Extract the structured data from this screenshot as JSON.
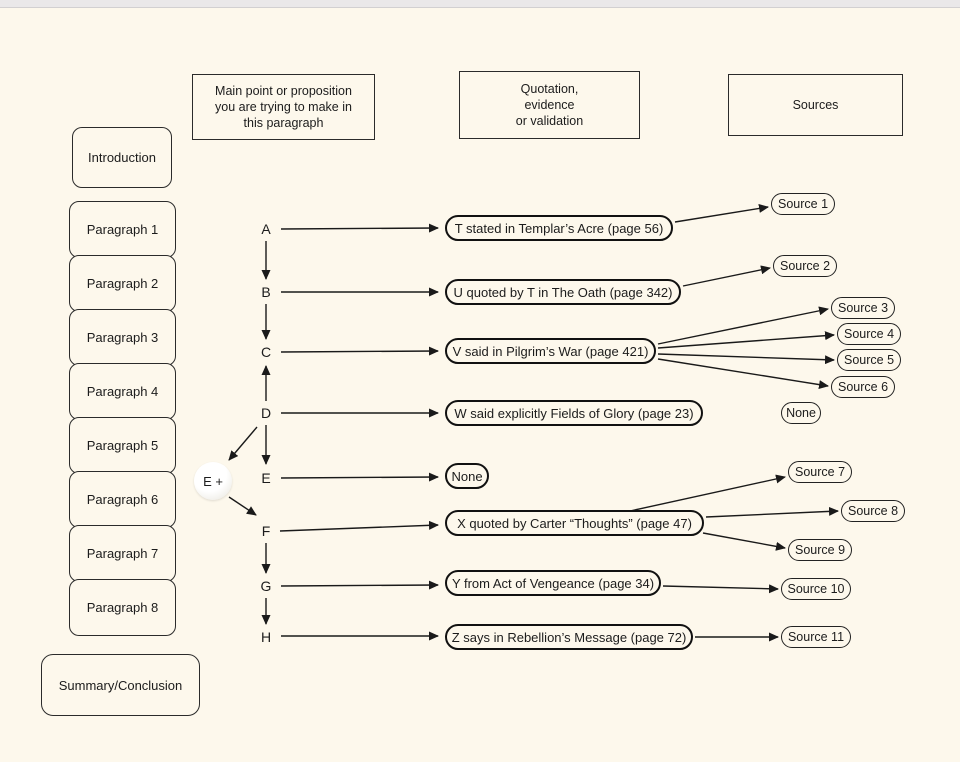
{
  "colors": {
    "background": "#fdf8ec",
    "line": "#1a1a1a",
    "box_border": "#2b2b2b"
  },
  "headers": {
    "main_point": "Main point or proposition\nyou are trying to make in\nthis paragraph",
    "quotation": "Quotation,\nevidence\nor validation",
    "sources": "Sources"
  },
  "outline": {
    "introduction": "Introduction",
    "paragraphs": [
      "Paragraph 1",
      "Paragraph 2",
      "Paragraph 3",
      "Paragraph 4",
      "Paragraph 5",
      "Paragraph 6",
      "Paragraph 7",
      "Paragraph 8"
    ],
    "summary": "Summary/Conclusion"
  },
  "points": {
    "letters": [
      "A",
      "B",
      "C",
      "D",
      "E",
      "F",
      "G",
      "H"
    ],
    "e_plus": "E +"
  },
  "evidence": [
    "T stated in Templar’s Acre (page 56)",
    "U quoted by T in The Oath (page 342)",
    "V said in Pilgrim’s War (page 421)",
    "W said explicitly Fields of Glory (page 23)",
    "None",
    "X quoted by Carter “Thoughts” (page 47)",
    "Y from Act of Vengeance (page 34)",
    "Z says in Rebellion’s Message (page 72)"
  ],
  "sources": [
    "Source 1",
    "Source 2",
    "Source 3",
    "Source 4",
    "Source 5",
    "Source 6",
    "Source 7",
    "Source 8",
    "Source 9",
    "Source 10",
    "Source 11"
  ],
  "none_source": "None"
}
